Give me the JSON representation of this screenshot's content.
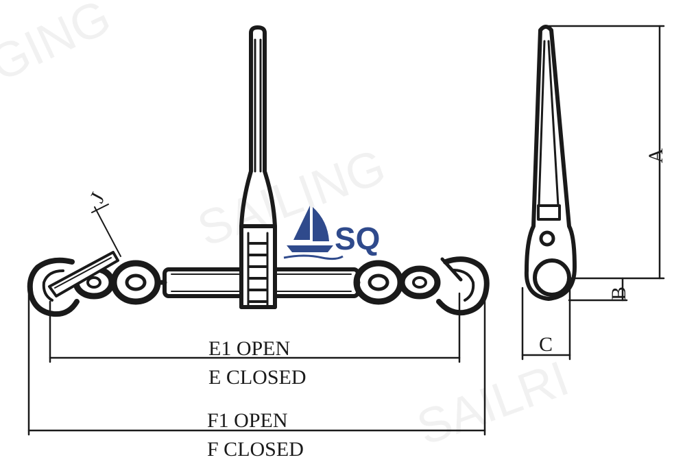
{
  "logo": {
    "text": "SQ",
    "color": "#2f4a8c"
  },
  "dimensions": {
    "a": "A",
    "b": "B",
    "c": "C",
    "j": "J",
    "e1_open": "E1 OPEN",
    "e_closed": "E CLOSED",
    "f1_open": "F1 OPEN",
    "f_closed": "F CLOSED"
  },
  "line_color": "#1a1a1a"
}
